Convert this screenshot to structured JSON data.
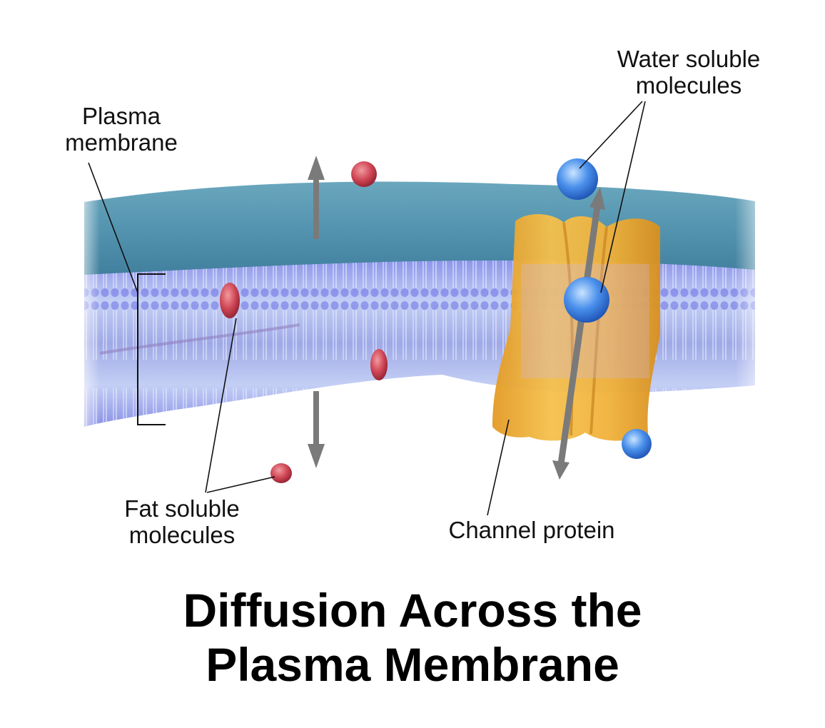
{
  "labels": {
    "plasma_membrane": [
      "Plasma",
      "membrane"
    ],
    "water_soluble": [
      "Water soluble",
      "molecules"
    ],
    "fat_soluble": [
      "Fat soluble",
      "molecules"
    ],
    "channel_protein": "Channel protein"
  },
  "title": [
    "Diffusion Across the",
    "Plasma Membrane"
  ],
  "colors": {
    "water_surface": "#4f93ad",
    "bilayer": "#a9b7f0",
    "lipid_head": "#6a6fe0",
    "channel_protein": "#f0b23a",
    "fat_molecule": "#c8424e",
    "water_molecule": "#3d86e6",
    "arrow": "#7a7a7a"
  }
}
